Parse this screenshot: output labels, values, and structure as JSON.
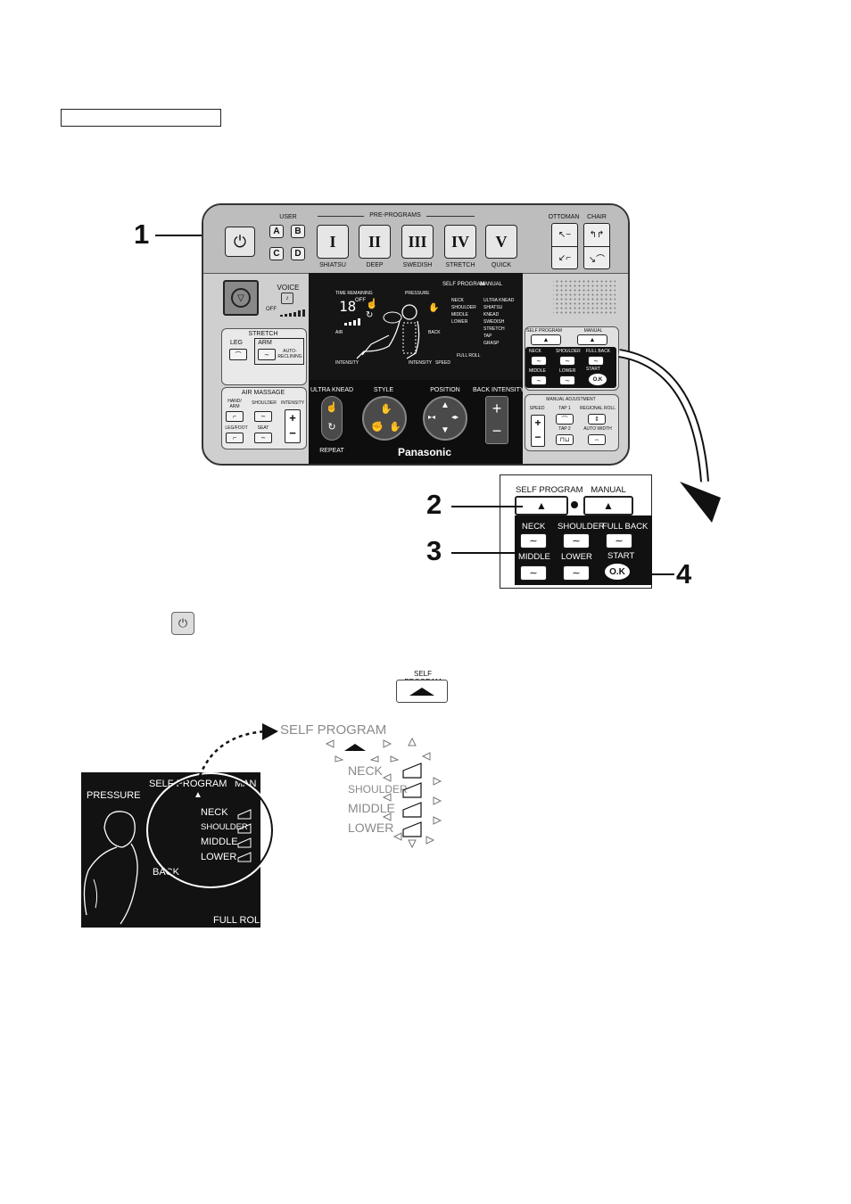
{
  "callouts": {
    "c1": "1",
    "c2": "2",
    "c3": "3",
    "c4": "4"
  },
  "panel": {
    "user_label": "USER",
    "user_buttons": [
      "A",
      "B",
      "C",
      "D"
    ],
    "preprograms_label": "PRE-PROGRAMS",
    "programs": [
      {
        "numeral": "I",
        "label": "SHIATSU"
      },
      {
        "numeral": "II",
        "label": "DEEP"
      },
      {
        "numeral": "III",
        "label": "SWEDISH"
      },
      {
        "numeral": "IV",
        "label": "STRETCH"
      },
      {
        "numeral": "V",
        "label": "QUICK"
      }
    ],
    "ottoman_label": "OTTOMAN",
    "chair_label": "CHAIR",
    "voice_label": "VOICE",
    "voice_off": "OFF",
    "lcd": {
      "time_remaining": "TIME REMAINING",
      "pressure": "PRESSURE",
      "self_program": "SELF PROGRAM",
      "manual": "MANUAL",
      "time_value": "18",
      "time_off": "OFF",
      "zones": [
        "NECK",
        "SHOULDER",
        "MIDDLE",
        "LOWER"
      ],
      "modes": [
        "ULTRA KNEAD",
        "SHIATSU",
        "KNEAD",
        "SWEDISH",
        "STRETCH",
        "TAP",
        "GRASP"
      ],
      "air": "AIR",
      "intensity": "INTENSITY",
      "back": "BACK",
      "intensity2": "INTENSITY",
      "speed": "SPEED",
      "full_roll": "FULL ROLL"
    },
    "stretch": {
      "title": "STRETCH",
      "leg": "LEG",
      "arm": "ARM",
      "auto": "AUTO-RECLINING"
    },
    "air_massage": {
      "title": "AIR MASSAGE",
      "hand_arm": "HAND/ ARM",
      "shoulder": "SHOULDER",
      "intensity": "INTENSITY",
      "leg_foot": "LEG/FOOT",
      "seat": "SEAT"
    },
    "controls": {
      "ultra_knead": "ULTRA KNEAD",
      "style": "STYLE",
      "position": "POSITION",
      "back_intensity": "BACK INTENSITY",
      "repeat": "REPEAT",
      "brand": "Panasonic"
    },
    "right": {
      "self_program": "SELF PROGRAM",
      "manual": "MANUAL",
      "neck": "NECK",
      "shoulder": "SHOULDER",
      "full_back": "FULL BACK",
      "middle": "MIDDLE",
      "lower": "LOWER",
      "start": "START",
      "ok": "O.K",
      "manual_adjustment": "MANUAL ADJUSTMENT",
      "speed": "SPEED",
      "tap1": "TAP 1",
      "regional_roll": "REGIONAL ROLL",
      "tap2": "TAP 2",
      "auto_width": "AUTO WIDTH"
    }
  },
  "zoom": {
    "self_program": "SELF PROGRAM",
    "manual": "MANUAL",
    "neck": "NECK",
    "shoulder": "SHOULDER",
    "full_back": "FULL BACK",
    "middle": "MIDDLE",
    "lower": "LOWER",
    "start": "START",
    "ok": "O.K"
  },
  "small_self_program": "SELF PROGRAM",
  "display": {
    "pressure": "PRESSURE",
    "self_program": "SELF PROGRAM",
    "manual": "MAN",
    "zones": [
      "NECK",
      "SHOULDER",
      "MIDDLE",
      "LOWER"
    ],
    "back": "BACK",
    "full_roll": "FULL ROL"
  },
  "blink": {
    "self_program": "SELF PROGRAM",
    "zones": [
      "NECK",
      "SHOULDER",
      "MIDDLE",
      "LOWER"
    ]
  }
}
